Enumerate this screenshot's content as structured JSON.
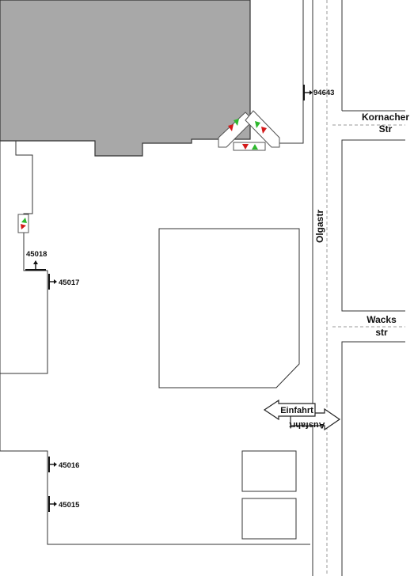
{
  "streets": {
    "olgastr": "Olgastr",
    "kornacher_line1": "Kornacher",
    "kornacher_line2": "Str",
    "wacks_line1": "Wacks",
    "wacks_line2": "str"
  },
  "markers": {
    "m94643": "94643",
    "m45018": "45018",
    "m45017": "45017",
    "m45016": "45016",
    "m45015": "45015"
  },
  "arrows": {
    "einfahrt": "Einfahrt",
    "ausfahrt": "Ausfahrt"
  },
  "colors": {
    "building": "#a8a8a8",
    "outline": "#333333",
    "signal_red": "#d41a1a",
    "signal_green": "#2eb82e",
    "street_dash": "#9a9a9a"
  }
}
